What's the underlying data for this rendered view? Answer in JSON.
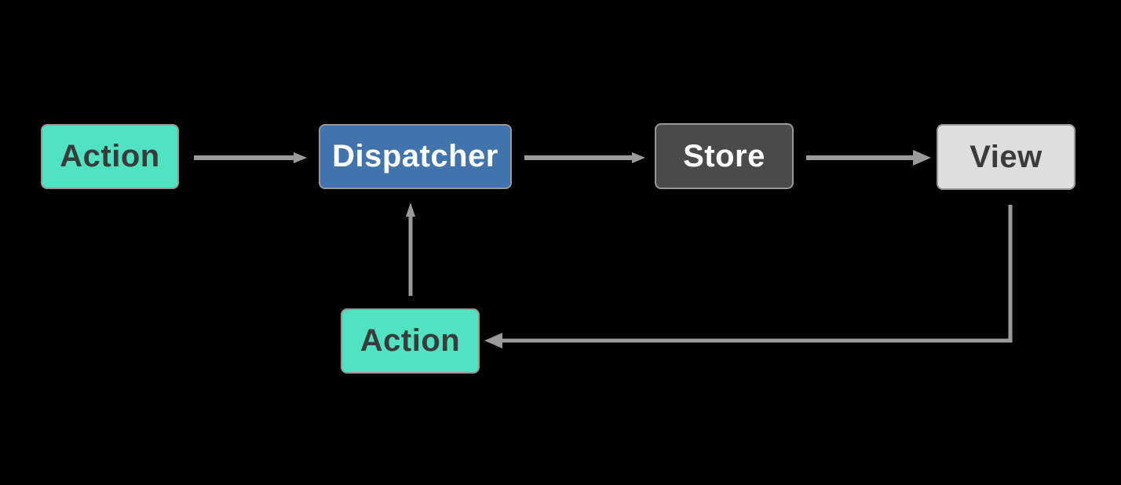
{
  "diagram": {
    "background": "#000000",
    "arrow_color": "#9B9B9B",
    "node_border_color": "#979797",
    "nodes": [
      {
        "id": "action-top",
        "label": "Action",
        "bg": "#50E3C2",
        "fg": "#3B3B3B"
      },
      {
        "id": "dispatcher",
        "label": "Dispatcher",
        "bg": "#4173AD",
        "fg": "#FFFFFF"
      },
      {
        "id": "store",
        "label": "Store",
        "bg": "#4A4A4A",
        "fg": "#FFFFFF"
      },
      {
        "id": "view",
        "label": "View",
        "bg": "#DEDEDE",
        "fg": "#3B3B3B"
      },
      {
        "id": "action-bottom",
        "label": "Action",
        "bg": "#50E3C2",
        "fg": "#3B3B3B"
      }
    ],
    "edges": [
      {
        "from": "action-top",
        "to": "dispatcher"
      },
      {
        "from": "dispatcher",
        "to": "store"
      },
      {
        "from": "store",
        "to": "view"
      },
      {
        "from": "view",
        "to": "action-bottom"
      },
      {
        "from": "action-bottom",
        "to": "dispatcher"
      }
    ]
  }
}
